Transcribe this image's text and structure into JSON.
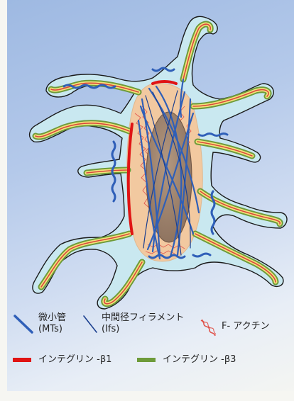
{
  "legend": {
    "mts": {
      "label": "微小管",
      "sub": "(MTs)"
    },
    "ifs": {
      "label": "中間径フィラメント",
      "sub": "(Ifs)"
    },
    "factin": {
      "label": "F- アクチン"
    },
    "integrin_b1": {
      "label": "インテグリン -β1"
    },
    "integrin_b3": {
      "label": "インテグリン -β3"
    }
  },
  "colors": {
    "microtubule": "#2f5fb8",
    "intermediate_filament": "#1b3f8f",
    "f_actin": "#e0524a",
    "integrin_b1": "#e01414",
    "integrin_b3": "#6e9b3a",
    "nucleus": "#a38872",
    "cytoplasm": "#f2c9a0",
    "cell_halo": "#c9e8f0",
    "membrane": "#1a1a1a"
  }
}
